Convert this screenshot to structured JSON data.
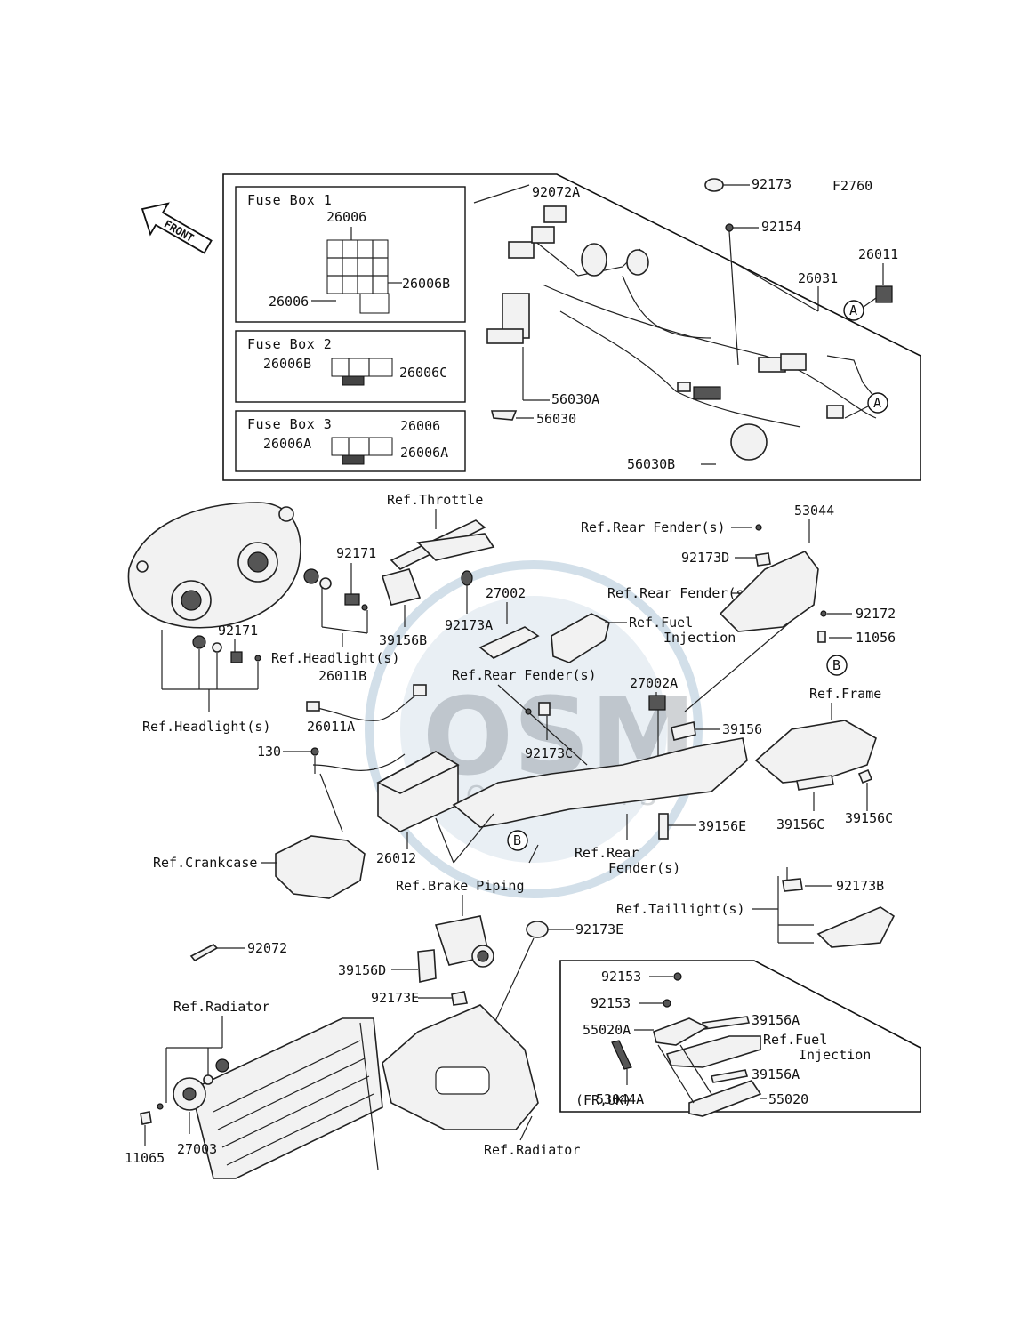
{
  "diagram": {
    "code": "F2760",
    "front_label": "FRONT",
    "fuse_boxes": [
      {
        "title": "Fuse Box 1",
        "labels": [
          "26006",
          "26006B",
          "26006"
        ]
      },
      {
        "title": "Fuse Box 2",
        "labels": [
          "26006B",
          "26006C"
        ]
      },
      {
        "title": "Fuse Box 3",
        "labels": [
          "26006",
          "26006A",
          "26006A"
        ]
      }
    ],
    "harness_labels": [
      "92072A",
      "92173",
      "92154",
      "26011",
      "26031",
      "56030A",
      "56030",
      "56030B"
    ],
    "circle_a": "A",
    "circle_b": "B",
    "refs": {
      "throttle": "Ref.Throttle",
      "rear_fender_s": "Ref.Rear Fender(s)",
      "rear_fender_2": "Ref.Rear Fender(s)",
      "fuel_injection_1": "Ref.Fuel",
      "fuel_injection_1b": "Injection",
      "headlight_1": "Ref.Headlight(s)",
      "headlight_2": "Ref.Headlight(s)",
      "rear_fender_3": "Ref.Rear Fender(s)",
      "frame": "Ref.Frame",
      "crankcase": "Ref.Crankcase",
      "rear_fender_4a": "Ref.Rear",
      "rear_fender_4b": "Fender(s)",
      "brake_piping": "Ref.Brake Piping",
      "taillight": "Ref.Taillight(s)",
      "radiator_1": "Ref.Radiator",
      "radiator_2": "Ref.Radiator",
      "fuel_injection_2": "Ref.Fuel",
      "fuel_injection_2b": "Injection"
    },
    "parts": {
      "p53044": "53044",
      "p92171a": "92171",
      "p92173d": "92173D",
      "p92172": "92172",
      "p11056": "11056",
      "p92171b": "92171",
      "p27002": "27002",
      "p92173a": "92173A",
      "p39156b": "39156B",
      "p26011b": "26011B",
      "p27002a": "27002A",
      "p26011a": "26011A",
      "p130": "130",
      "p39156": "39156",
      "p92173c": "92173C",
      "p39156c1": "39156C",
      "p39156c2": "39156C",
      "p39156e": "39156E",
      "p26012": "26012",
      "p92173b": "92173B",
      "p92072": "92072",
      "p92173e1": "92173E",
      "p39156d": "39156D",
      "p92173e2": "92173E",
      "p92153a": "92153",
      "p92153b": "92153",
      "p39156a1": "39156A",
      "p55020a": "55020A",
      "p39156a2": "39156A",
      "p53044a": "53044A",
      "p55020": "55020",
      "p11065": "11065",
      "p27003": "27003"
    },
    "region_note": "(FR,UK)"
  }
}
